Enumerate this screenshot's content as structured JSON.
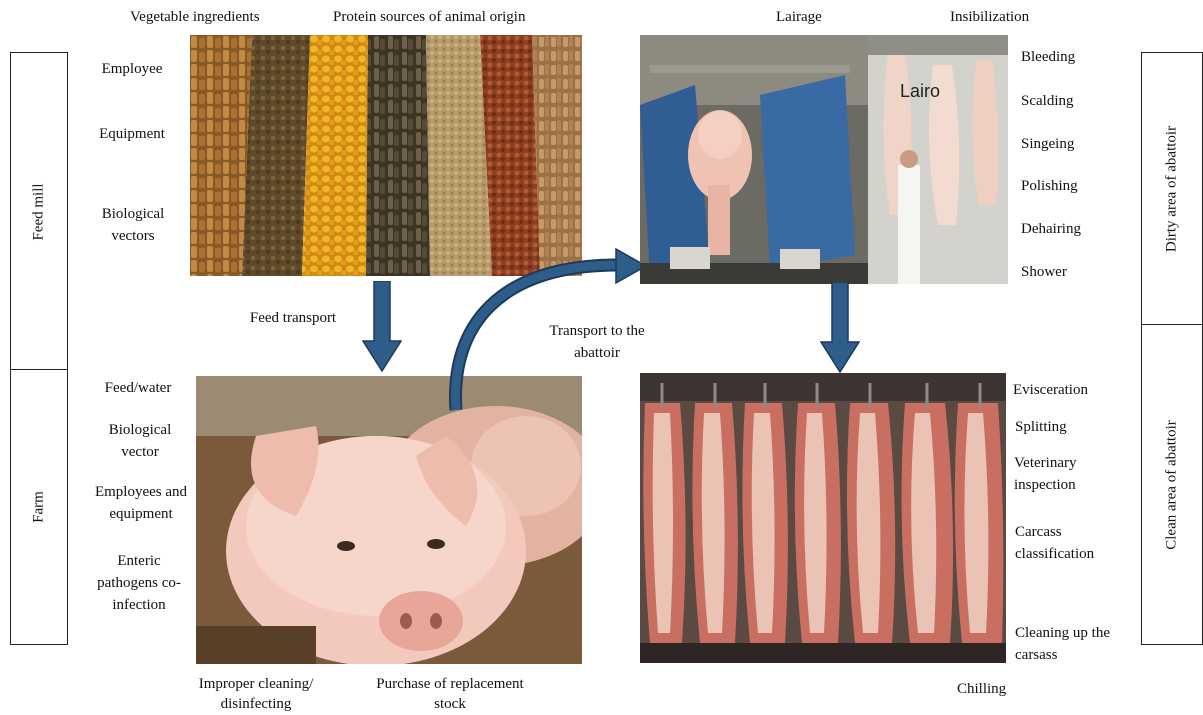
{
  "feed_mill": {
    "section_label": "Feed mill",
    "image_top_labels": [
      "Vegetable ingredients",
      "Protein sources of animal origin"
    ],
    "risk_factors": [
      "Employee",
      "Equipment",
      "Biological vectors"
    ]
  },
  "farm": {
    "section_label": "Farm",
    "risk_factors": [
      "Feed/water",
      "Biological vector",
      "Employees and equipment",
      "Enteric pathogens co-infection"
    ],
    "bottom_labels": [
      "Improper cleaning/ disinfecting",
      "Purchase of replacement stock"
    ]
  },
  "transitions": {
    "feed_transport": "Feed transport",
    "transport_to_abattoir": "Transport to the abattoir"
  },
  "dirty_area": {
    "section_label": "Dirty area of abattoir",
    "image_top_labels": [
      "Lairage",
      "Insibilization"
    ],
    "steps": [
      "Bleeding",
      "Scalding",
      "Singeing",
      "Polishing",
      "Dehairing",
      "Shower"
    ],
    "photo_overlay_text": "Lairo"
  },
  "clean_area": {
    "section_label": "Clean area of abattoir",
    "steps": [
      "Evisceration",
      "Splitting",
      "Veterinary inspection",
      "Carcass classification",
      "Cleaning up the carsass"
    ],
    "bottom_label": "Chilling"
  },
  "colors": {
    "arrow_fill": "#2e5d8a",
    "arrow_stroke": "#1c3b5c",
    "box_border": "#222222"
  },
  "icons": [
    "feed-pellets-photo",
    "pig-lairage-photo",
    "hanging-carcasses-photo",
    "pig-farm-photo",
    "pork-halves-photo"
  ]
}
